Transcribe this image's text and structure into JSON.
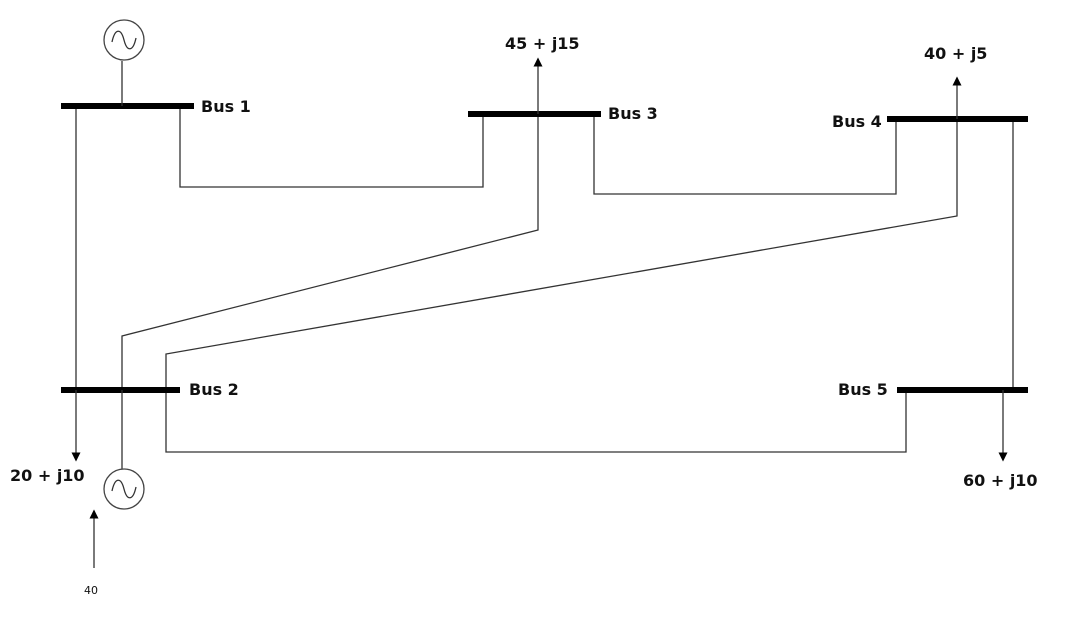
{
  "buses": [
    {
      "id": "bus-1",
      "label": "Bus 1"
    },
    {
      "id": "bus-2",
      "label": "Bus 2"
    },
    {
      "id": "bus-3",
      "label": "Bus 3"
    },
    {
      "id": "bus-4",
      "label": "Bus 4"
    },
    {
      "id": "bus-5",
      "label": "Bus 5"
    }
  ],
  "loads": {
    "bus2": "20 + j10",
    "bus3": "45 + j15",
    "bus4": "40 + j5",
    "bus5": "60 + j10"
  },
  "generators": {
    "bus1": "generator-icon",
    "bus2": "generator-icon"
  },
  "gen_input": {
    "bus2_label": "40"
  },
  "colors": {
    "line": "#333333",
    "busbar": "#000000",
    "text": "#111111"
  }
}
